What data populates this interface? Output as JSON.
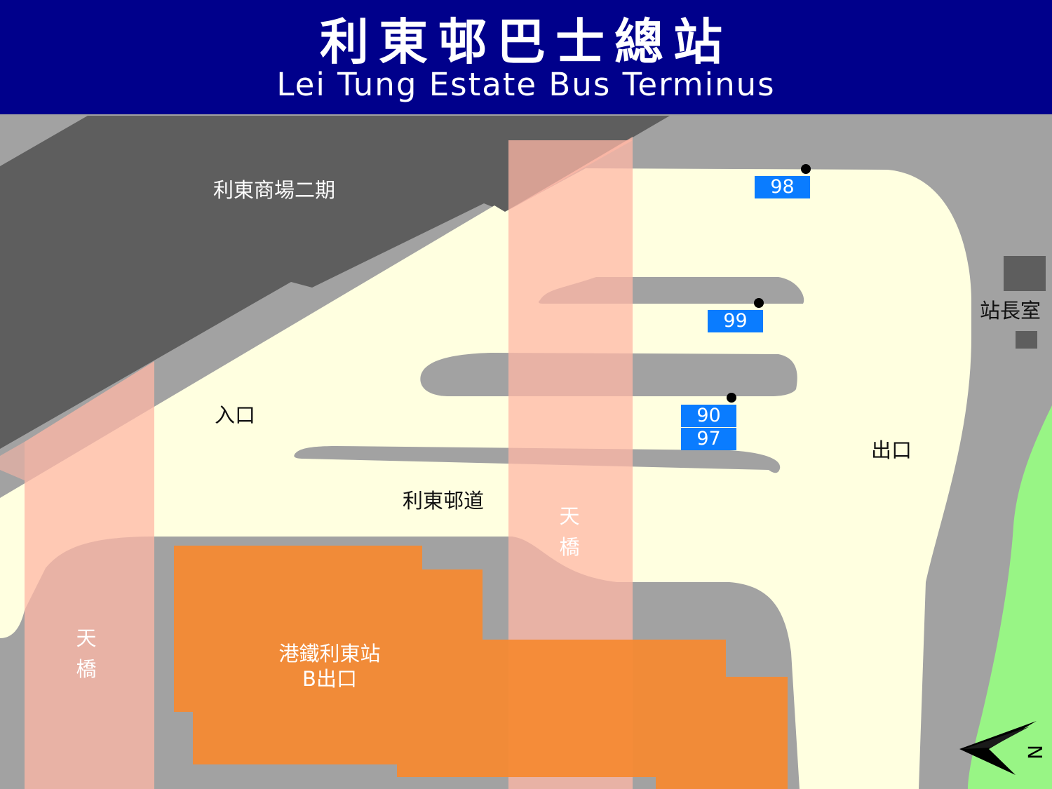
{
  "header": {
    "title_zh": "利東邨巴士總站",
    "title_en": "Lei Tung Estate Bus Terminus"
  },
  "labels": {
    "mall": "利東商場二期",
    "entrance": "入口",
    "exit": "出口",
    "road": "利東邨道",
    "office": "站長室",
    "footbridge_char1": "天",
    "footbridge_char2": "橋",
    "mtr_exit_line1": "港鐵利東站",
    "mtr_exit_line2": "B出口"
  },
  "routes": {
    "stop1": [
      "98"
    ],
    "stop2": [
      "99"
    ],
    "stop3": [
      "90",
      "97"
    ]
  },
  "compass": {
    "label": "N"
  },
  "colors": {
    "header": "#00008b",
    "ground": "#a2a2a2",
    "building": "#5e5e5e",
    "road": "#ffffe0",
    "footbridge": "#ffb7a6",
    "mtr_exit": "#f68a33",
    "green": "#98f585",
    "route_badge": "#0a7cff"
  }
}
